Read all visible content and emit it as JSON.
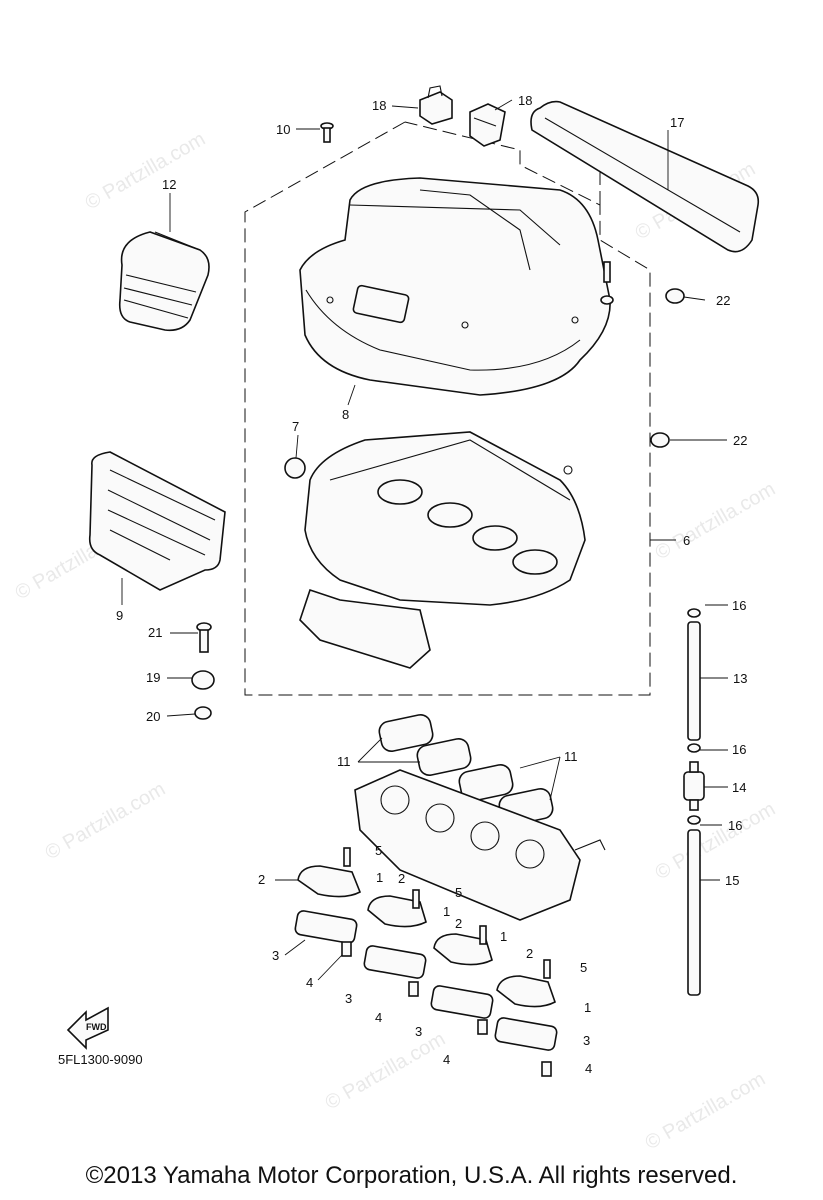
{
  "diagram": {
    "part_number_code": "5FL1300-9090",
    "fwd_badge": "FWD",
    "callouts": [
      "1",
      "2",
      "3",
      "4",
      "5",
      "6",
      "7",
      "8",
      "9",
      "10",
      "11",
      "12",
      "13",
      "14",
      "15",
      "16",
      "17",
      "18",
      "19",
      "20",
      "21",
      "22"
    ],
    "watermark": "© Partzilla.com"
  },
  "footer": {
    "copyright": "©2013  Yamaha Motor Corporation, U.S.A. All rights reserved."
  }
}
